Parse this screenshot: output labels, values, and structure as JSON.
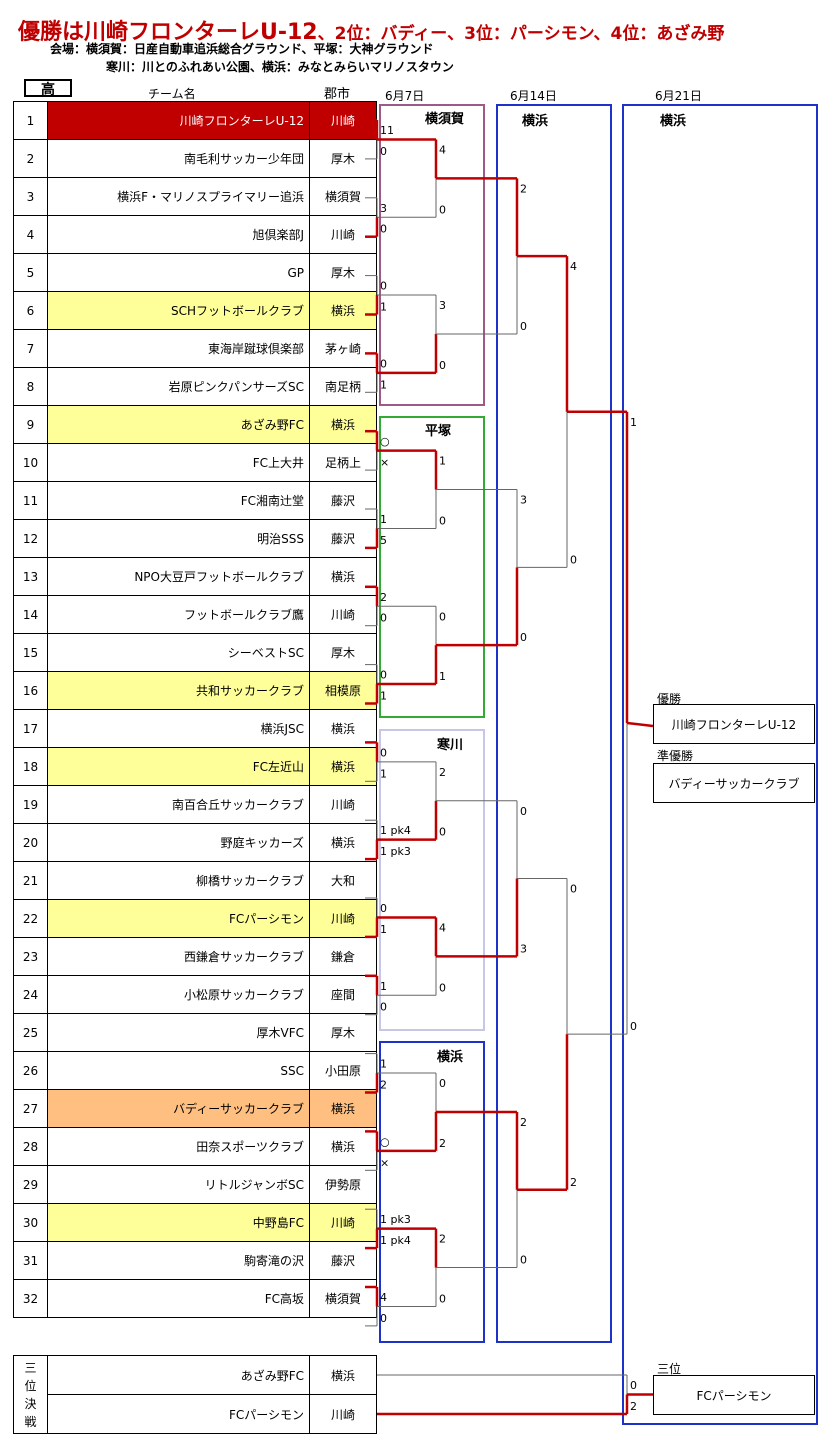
{
  "title": {
    "main": "優勝は川崎フロンターレU-12",
    "rest": "、2位：バディー、3位：パーシモン、4位：あざみ野"
  },
  "venues": {
    "line1": "会場：横須賀：日産自動車追浜総合グラウンド、平塚：大神グラウンド",
    "line2": "寒川：川とのふれあい公園、横浜：みなとみらいマリノスタウン"
  },
  "grade_label": "高",
  "headers": {
    "team": "チーム名",
    "city": "郡市"
  },
  "dates": [
    "6月7日",
    "6月14日",
    "6月21日"
  ],
  "colors": {
    "winner": "#c00000",
    "highlight": "#ffff99",
    "runner_up": "#ffbf80",
    "line": "#c00000"
  },
  "teams": [
    {
      "no": "1",
      "name": "川崎フロンターレU-12",
      "city": "川崎",
      "hl": "red"
    },
    {
      "no": "2",
      "name": "南毛利サッカー少年団",
      "city": "厚木",
      "hl": ""
    },
    {
      "no": "3",
      "name": "横浜F・マリノスプライマリー追浜",
      "city": "横須賀",
      "hl": ""
    },
    {
      "no": "4",
      "name": "旭倶楽部J",
      "city": "川崎",
      "hl": ""
    },
    {
      "no": "5",
      "name": "GP",
      "city": "厚木",
      "hl": ""
    },
    {
      "no": "6",
      "name": "SCHフットボールクラブ",
      "city": "横浜",
      "hl": "yellow"
    },
    {
      "no": "7",
      "name": "東海岸蹴球倶楽部",
      "city": "茅ヶ崎",
      "hl": ""
    },
    {
      "no": "8",
      "name": "岩原ピンクパンサーズSC",
      "city": "南足柄",
      "hl": ""
    },
    {
      "no": "9",
      "name": "あざみ野FC",
      "city": "横浜",
      "hl": "yellow"
    },
    {
      "no": "10",
      "name": "FC上大井",
      "city": "足柄上",
      "hl": ""
    },
    {
      "no": "11",
      "name": "FC湘南辻堂",
      "city": "藤沢",
      "hl": ""
    },
    {
      "no": "12",
      "name": "明治SSS",
      "city": "藤沢",
      "hl": ""
    },
    {
      "no": "13",
      "name": "NPO大豆戸フットボールクラブ",
      "city": "横浜",
      "hl": ""
    },
    {
      "no": "14",
      "name": "フットボールクラブ鷹",
      "city": "川崎",
      "hl": ""
    },
    {
      "no": "15",
      "name": "シーベストSC",
      "city": "厚木",
      "hl": ""
    },
    {
      "no": "16",
      "name": "共和サッカークラブ",
      "city": "相模原",
      "hl": "yellow"
    },
    {
      "no": "17",
      "name": "横浜JSC",
      "city": "横浜",
      "hl": ""
    },
    {
      "no": "18",
      "name": "FC左近山",
      "city": "横浜",
      "hl": "yellow"
    },
    {
      "no": "19",
      "name": "南百合丘サッカークラブ",
      "city": "川崎",
      "hl": ""
    },
    {
      "no": "20",
      "name": "野庭キッカーズ",
      "city": "横浜",
      "hl": ""
    },
    {
      "no": "21",
      "name": "柳橋サッカークラブ",
      "city": "大和",
      "hl": ""
    },
    {
      "no": "22",
      "name": "FCパーシモン",
      "city": "川崎",
      "hl": "yellow"
    },
    {
      "no": "23",
      "name": "西鎌倉サッカークラブ",
      "city": "鎌倉",
      "hl": ""
    },
    {
      "no": "24",
      "name": "小松原サッカークラブ",
      "city": "座間",
      "hl": ""
    },
    {
      "no": "25",
      "name": "厚木VFC",
      "city": "厚木",
      "hl": ""
    },
    {
      "no": "26",
      "name": "SSC",
      "city": "小田原",
      "hl": ""
    },
    {
      "no": "27",
      "name": "バディーサッカークラブ",
      "city": "横浜",
      "hl": "orange"
    },
    {
      "no": "28",
      "name": "田奈スポーツクラブ",
      "city": "横浜",
      "hl": ""
    },
    {
      "no": "29",
      "name": "リトルジャンボSC",
      "city": "伊勢原",
      "hl": ""
    },
    {
      "no": "30",
      "name": "中野島FC",
      "city": "川崎",
      "hl": "yellow"
    },
    {
      "no": "31",
      "name": "駒寄滝の沢",
      "city": "藤沢",
      "hl": ""
    },
    {
      "no": "32",
      "name": "FC高坂",
      "city": "横須賀",
      "hl": ""
    }
  ],
  "third_place": {
    "label": [
      "三",
      "位",
      "決",
      "戦"
    ],
    "teams": [
      {
        "name": "あざみ野FC",
        "city": "横浜",
        "score": "0"
      },
      {
        "name": "FCパーシモン",
        "city": "川崎",
        "score": "2"
      }
    ]
  },
  "round1_venues": [
    "横須賀",
    "平塚",
    "寒川",
    "横浜"
  ],
  "round2_venue": "横浜",
  "round3_venue": "横浜",
  "results": {
    "winner_label": "優勝",
    "winner": "川崎フロンターレU-12",
    "runner_up_label": "準優勝",
    "runner_up": "バディーサッカークラブ",
    "third_label": "三位",
    "third": "FCパーシモン"
  },
  "r1_scores": [
    "11",
    "0",
    "3",
    "0",
    "0",
    "1",
    "0",
    "1",
    "○",
    "×",
    "1",
    "5",
    "2",
    "0",
    "0",
    "1",
    "0",
    "1",
    "1 pk4",
    "1 pk3",
    "0",
    "1",
    "1",
    "0",
    "1",
    "2",
    "○",
    "×",
    "1 pk3",
    "1 pk4",
    "4",
    "0"
  ],
  "r2_scores": [
    "4",
    "0",
    "3",
    "0",
    "1",
    "0",
    "0",
    "1",
    "2",
    "0",
    "4",
    "0",
    "0",
    "2",
    "2",
    "0"
  ],
  "r3_scores": [
    "2",
    "0",
    "3",
    "0",
    "0",
    "3",
    "2",
    "0"
  ],
  "r4_scores": [
    "4",
    "0",
    "0",
    "2"
  ],
  "final_scores": [
    "1",
    "0"
  ]
}
